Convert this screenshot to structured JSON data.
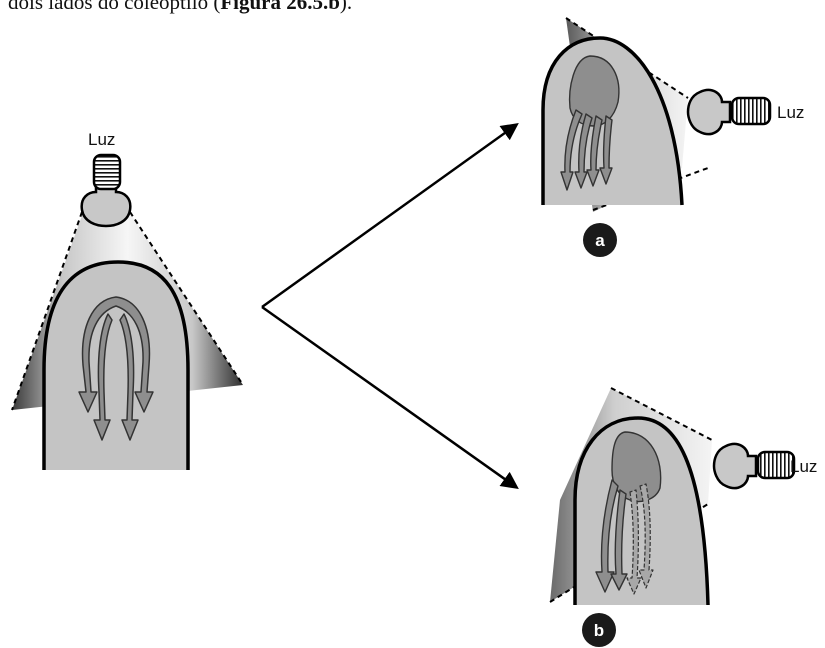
{
  "caption": {
    "prefix": "dois lados do coleóptilo (",
    "ref": "Figura 26.5.b",
    "suffix": ")."
  },
  "labels": {
    "light_top": "Luz",
    "light_a": "Luz",
    "light_b": "Luz"
  },
  "badges": {
    "a": "a",
    "b": "b"
  },
  "colors": {
    "tissue": "#c4c4c4",
    "flow": "#8e8e8e",
    "outline": "#000000"
  }
}
